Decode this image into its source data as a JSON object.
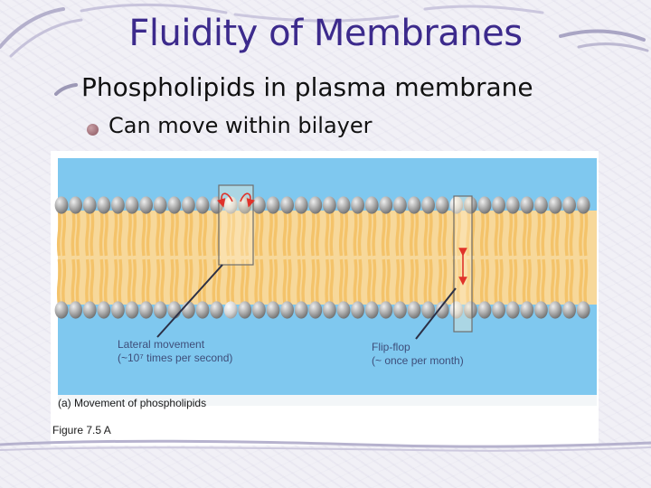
{
  "slide": {
    "title": "Fluidity of Membranes",
    "bullet_level1": "Phospholipids in plasma membrane",
    "bullet_level2": "Can move within bilayer"
  },
  "figure": {
    "lateral_label_line1": "Lateral movement",
    "lateral_label_line2": "(~10⁷ times per second)",
    "flipflop_label_line1": "Flip-flop",
    "flipflop_label_line2": "(~ once per month)",
    "caption": "(a) Movement of phospholipids",
    "figure_number": "Figure 7.5 A"
  },
  "colors": {
    "title": "#3c2a8c",
    "fluid": "#7fc8ef",
    "lipid_tail": "#f4c36a",
    "lipid_head": "#a4a4a4",
    "arrow": "#e0322a"
  }
}
